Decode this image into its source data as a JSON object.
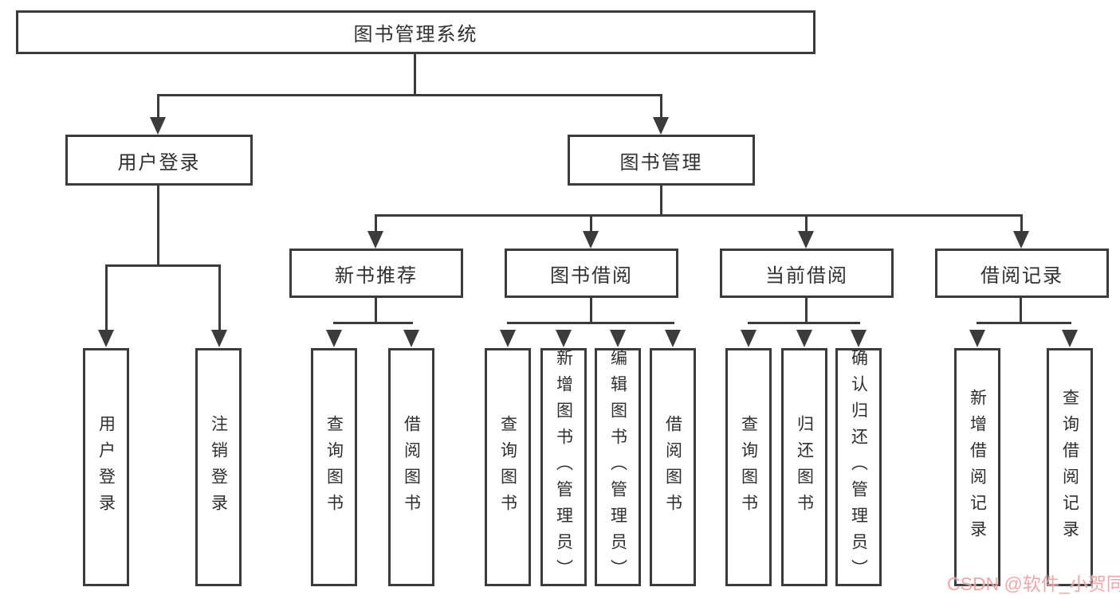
{
  "root": {
    "label": "图书管理系统"
  },
  "level2": {
    "user_login": {
      "label": "用户登录"
    },
    "book_management": {
      "label": "图书管理"
    }
  },
  "level3": {
    "new_book": {
      "label": "新书推荐"
    },
    "borrow": {
      "label": "图书借阅"
    },
    "current": {
      "label": "当前借阅"
    },
    "records": {
      "label": "借阅记录"
    }
  },
  "leaves": {
    "user_login": [
      "用户登录",
      "注销登录"
    ],
    "new_book": [
      "查询图书",
      "借阅图书"
    ],
    "borrow": [
      "查询图书",
      "新增图书（管理员）",
      "编辑图书（管理员）",
      "借阅图书"
    ],
    "current": [
      "查询图书",
      "归还图书",
      "确认归还（管理员）"
    ],
    "records": [
      "新增借阅记录",
      "查询借阅记录"
    ]
  },
  "watermark": {
    "text": "CSDN @软件_小贺同学",
    "color": "#f09696"
  },
  "colors": {
    "line": "#3b3b3b",
    "text": "#2f2f2f",
    "background": "#ffffff"
  }
}
